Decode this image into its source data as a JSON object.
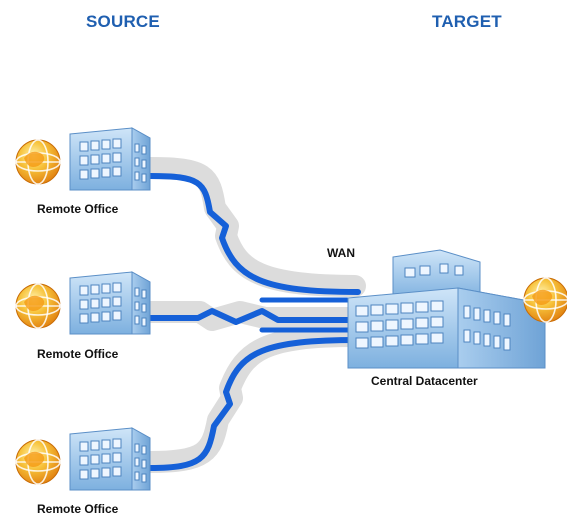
{
  "headers": {
    "source": "SOURCE",
    "target": "TARGET"
  },
  "nodes": {
    "remote_office_1": "Remote Office",
    "remote_office_2": "Remote Office",
    "remote_office_3": "Remote Office",
    "central": "Central Datacenter"
  },
  "network": {
    "label": "WAN"
  },
  "icons": {
    "remote_building": "office-building-icon",
    "central_building": "datacenter-building-icon",
    "globe": "globe-icon",
    "link": "wan-lightning-link"
  },
  "colors": {
    "heading": "#1f5fb0",
    "link": "#1560d8",
    "link_shadow": "#dcdcdc",
    "building": "#7fb5e6",
    "globe": "#f2a51c"
  }
}
